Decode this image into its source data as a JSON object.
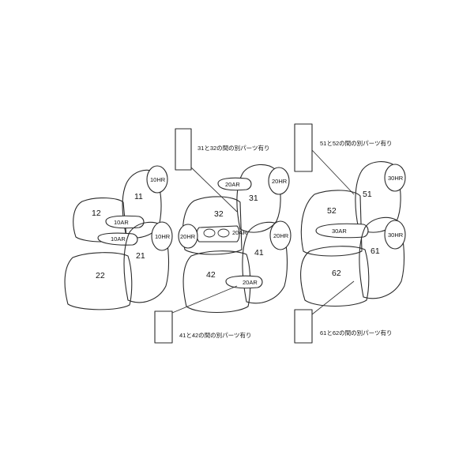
{
  "parts": {
    "p11": "11",
    "p12": "12",
    "p21": "21",
    "p22": "22",
    "p31": "31",
    "p32": "32",
    "p41": "41",
    "p42": "42",
    "p51": "51",
    "p52": "52",
    "p61": "61",
    "p62": "62"
  },
  "small_parts": {
    "hr10_a": "10HR",
    "hr10_b": "10HR",
    "ar10_a": "10AR",
    "ar10_b": "10AR",
    "ar20_a": "20AR",
    "ar20_b": "20AR",
    "ar20_c": "20AR",
    "hr20_a": "20HR",
    "hr20_b": "20HR",
    "hr20_c": "20HR",
    "ar30": "30AR",
    "hr30_a": "30HR",
    "hr30_b": "30HR"
  },
  "notes": {
    "n3132": "31と32の間の別パーツ有り",
    "n4142": "41と42の間の別パーツ有り",
    "n5152": "51と52の間の別パーツ有り",
    "n6162": "61と62の間の別パーツ有り"
  }
}
